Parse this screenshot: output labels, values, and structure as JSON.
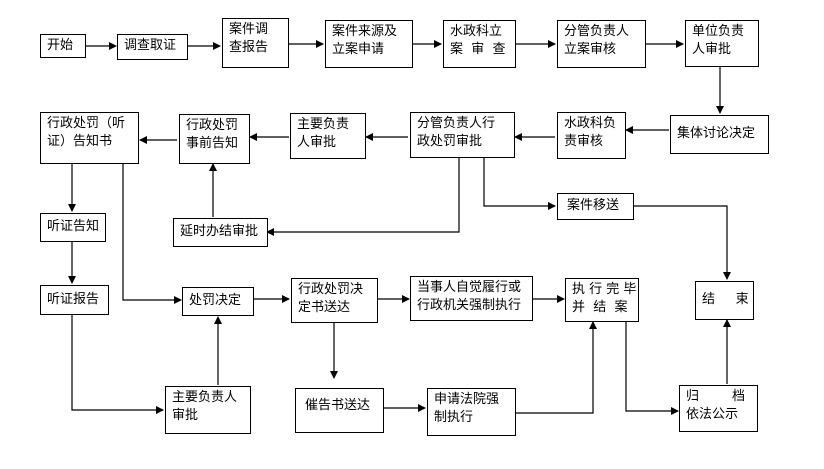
{
  "nodes": {
    "start": "开始",
    "investigate": "调查取证",
    "investigation_report": "案件调\n查报告",
    "case_source": "案件来源及\n立案申请",
    "water_filing_review": "水政科立\n案  审  查",
    "branch_filing_review": "分管负责人\n立案审核",
    "unit_approval": "单位负责\n人审批",
    "collective_decision": "集体讨论决定",
    "water_review": "水政科负\n责审核",
    "branch_penalty_review": "分管负责人行\n政处罚审批",
    "main_approval_top": "主要负责\n人审批",
    "prior_notice": "行政处罚\n事前告知",
    "hearing_notice_doc": "行政处罚（听\n证）告知书",
    "hearing_notice": "听证告知",
    "hearing_report": "听证报告",
    "delay_approval": "延时办结审批",
    "case_transfer": "案件移送",
    "penalty_decision": "处罚决定",
    "decision_delivery": "行政处罚决\n定书送达",
    "execution": "当事人自觉履行或\n行政机关强制执行",
    "execution_complete": "执 行 完 毕\n并  结  案",
    "end": "结     束",
    "archive": "归        档\n依法公示",
    "main_approval_bottom": "主要负责人\n审批",
    "urge_notice": "催告书送达",
    "court_enforcement": "申请法院强\n制执行"
  }
}
